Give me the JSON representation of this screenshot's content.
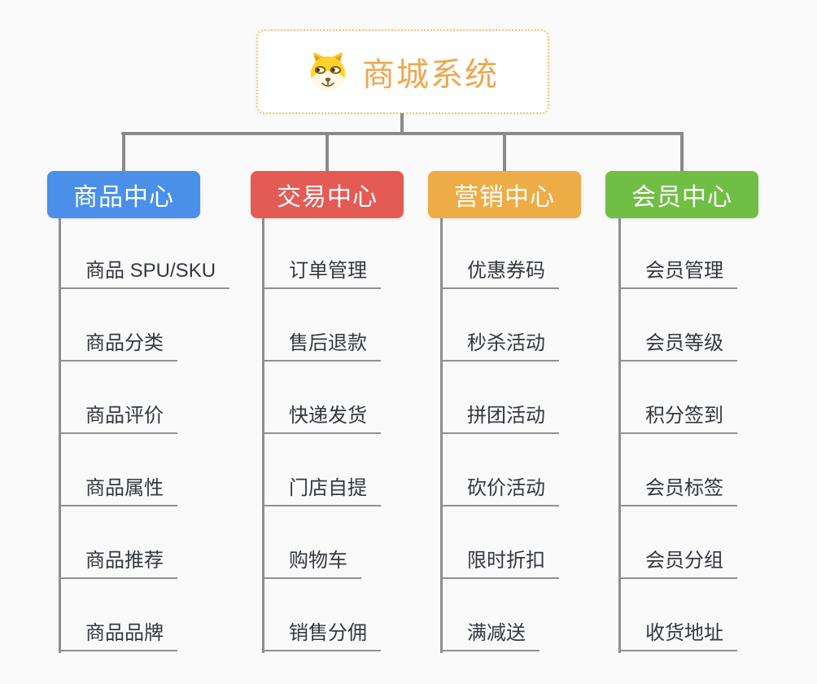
{
  "root": {
    "label": "商城系统",
    "icon": "doge-dog-icon",
    "text_color": "#F0A64E",
    "border_color": "#F6C26E"
  },
  "colors": {
    "background": "#FAFAFA",
    "connector": "#8A8A8A",
    "leaf_text": "#34383D",
    "leaf_line": "#909090"
  },
  "branches": [
    {
      "label": "商品中心",
      "color": "#4A90E8",
      "items": [
        "商品 SPU/SKU",
        "商品分类",
        "商品评价",
        "商品属性",
        "商品推荐",
        "商品品牌"
      ]
    },
    {
      "label": "交易中心",
      "color": "#E45B55",
      "items": [
        "订单管理",
        "售后退款",
        "快递发货",
        "门店自提",
        "购物车",
        "销售分佣"
      ]
    },
    {
      "label": "营销中心",
      "color": "#EEAC46",
      "items": [
        "优惠券码",
        "秒杀活动",
        "拼团活动",
        "砍价活动",
        "限时折扣",
        "满减送"
      ]
    },
    {
      "label": "会员中心",
      "color": "#71BE45",
      "items": [
        "会员管理",
        "会员等级",
        "积分签到",
        "会员标签",
        "会员分组",
        "收货地址"
      ]
    }
  ]
}
